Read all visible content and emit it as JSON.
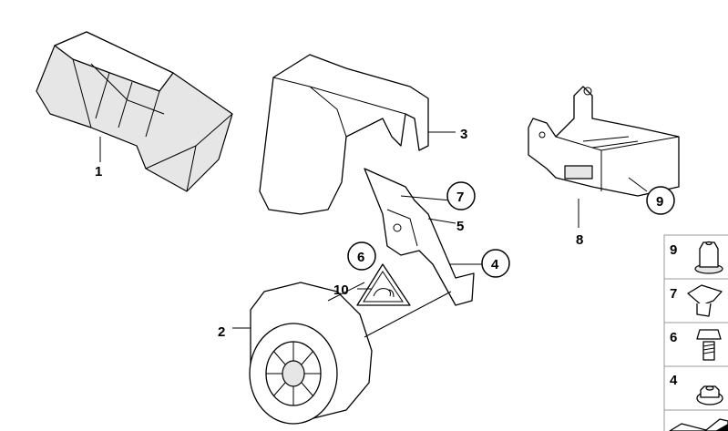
{
  "callouts": [
    {
      "id": "1",
      "label": "1"
    },
    {
      "id": "2",
      "label": "2"
    },
    {
      "id": "3",
      "label": "3"
    },
    {
      "id": "4",
      "label": "4"
    },
    {
      "id": "5",
      "label": "5"
    },
    {
      "id": "6",
      "label": "6"
    },
    {
      "id": "7",
      "label": "7"
    },
    {
      "id": "8",
      "label": "8"
    },
    {
      "id": "9",
      "label": "9"
    },
    {
      "id": "10",
      "label": "10"
    }
  ],
  "legend": [
    {
      "label": "9",
      "part": "nut-cap"
    },
    {
      "label": "7",
      "part": "clip-nut"
    },
    {
      "label": "6",
      "part": "hex-bolt"
    },
    {
      "label": "4",
      "part": "hex-nut"
    },
    {
      "label": "",
      "part": "shim"
    }
  ]
}
